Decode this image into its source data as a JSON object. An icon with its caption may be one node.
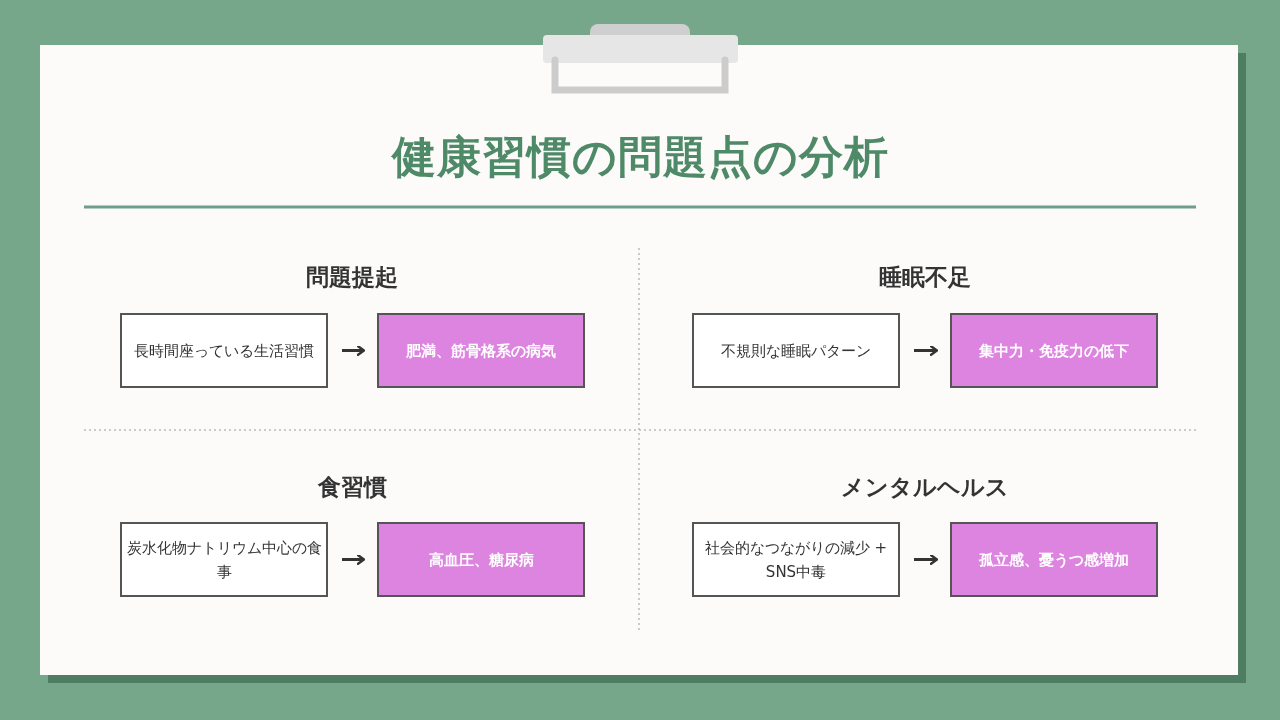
{
  "diagram": {
    "title": "健康習慣の問題点の分析",
    "nodes": [
      {
        "text": [
          "長時間座っている生活習慣"
        ]
      },
      {
        "text": [
          "肥満、筋骨格系の病気"
        ]
      },
      {
        "text": [
          "不規則な睡眠パターン"
        ]
      },
      {
        "text": [
          "集中力・免疫力の低下"
        ]
      },
      {
        "text": [
          "炭水化物ナトリウム中心の食事"
        ]
      },
      {
        "text": [
          "高血圧、糖尿病"
        ]
      },
      {
        "text": [
          "社会的なつながりの減少 + SNS中毒"
        ]
      },
      {
        "text": [
          "孤立感、憂うつ感増加"
        ]
      }
    ],
    "edges": [
      {
        "from": 0,
        "to": 1,
        "arrow": "to"
      },
      {
        "from": 2,
        "to": 3,
        "arrow": "to"
      },
      {
        "from": 4,
        "to": 5,
        "arrow": "to"
      },
      {
        "from": 6,
        "to": 7,
        "arrow": "to"
      }
    ],
    "labels": [
      "問題提起",
      "睡眠不足",
      "食習慣",
      "メンタルヘルス"
    ]
  }
}
